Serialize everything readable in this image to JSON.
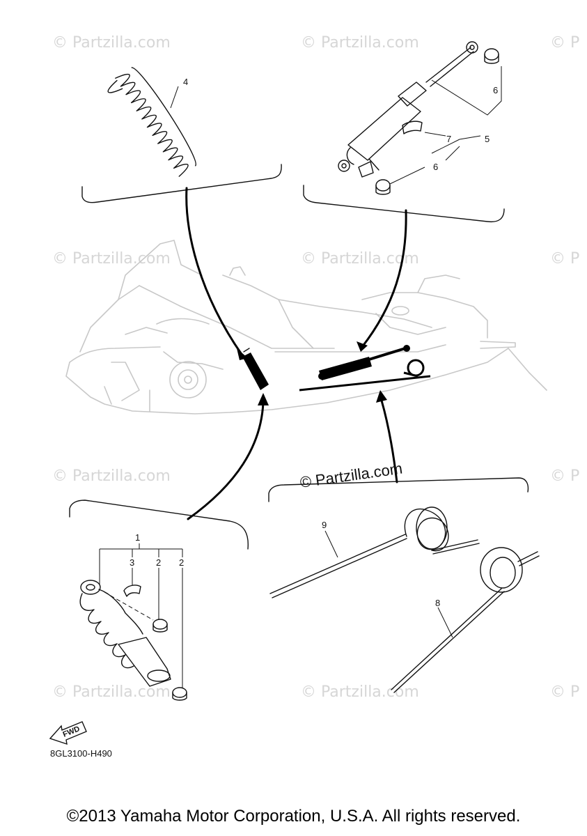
{
  "watermarks": [
    "© Partzilla.com",
    "© Partzilla.com",
    "© P",
    "© Partzilla.com",
    "© Partzilla.com",
    "© P",
    "© Partzilla.com",
    "© P",
    "© Partzilla.com",
    "© Partzilla.com",
    "© P"
  ],
  "central_watermark": "© Partzilla.com",
  "callouts": {
    "c1": "1",
    "c2a": "2",
    "c2b": "2",
    "c3": "3",
    "c4": "4",
    "c5": "5",
    "c6a": "6",
    "c6b": "6",
    "c7": "7",
    "c8": "8",
    "c9": "9"
  },
  "fwd_label": "FWD",
  "part_code": "8GL3100-H490",
  "copyright": "©2013 Yamaha Motor Corporation, U.S.A. All rights reserved."
}
